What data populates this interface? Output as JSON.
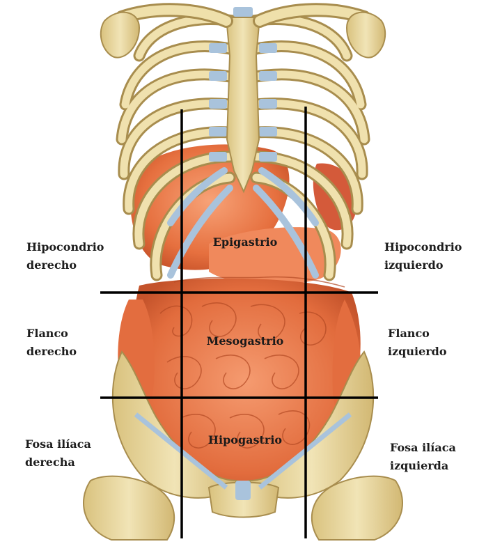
{
  "regions": {
    "left": [
      {
        "line1": "Hipocondrio",
        "line2": "derecho"
      },
      {
        "line1": "Flanco",
        "line2": "derecho"
      },
      {
        "line1": "Fosa ilíaca",
        "line2": "derecha"
      }
    ],
    "center": [
      "Epigastrio",
      "Mesogastrio",
      "Hipogastrio"
    ],
    "right": [
      {
        "line1": "Hipocondrio",
        "line2": "izquierdo"
      },
      {
        "line1": "Flanco",
        "line2": "izquierdo"
      },
      {
        "line1": "Fosa ilíaca",
        "line2": "izquierda"
      }
    ]
  },
  "colors": {
    "bone": "#e9d9a3",
    "bone_shadow": "#b99f5c",
    "cartilage": "#a9c3dc",
    "organ": "#e9754a",
    "organ_light": "#f59a6c",
    "intestine": "#ec7c52",
    "grid_line": "#000000"
  }
}
